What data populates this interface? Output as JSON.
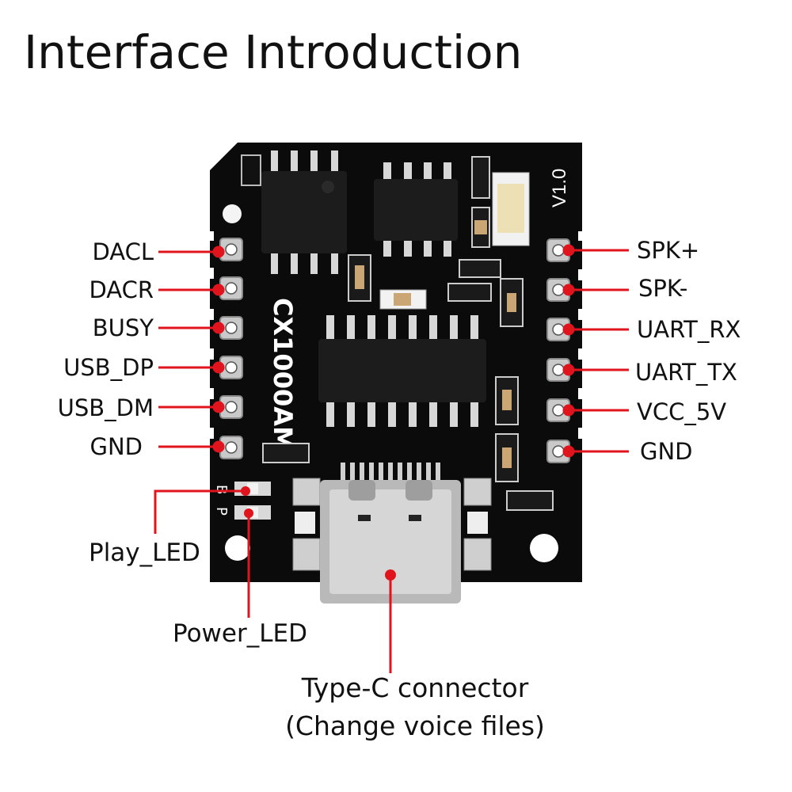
{
  "title": "Interface Introduction",
  "board": {
    "chip_label": "CX1000AM",
    "version": "V1.0",
    "silk_b": "B",
    "silk_p": "P"
  },
  "left_pins": [
    "DACL",
    "DACR",
    "BUSY",
    "USB_DP",
    "USB_DM",
    "GND"
  ],
  "right_pins": [
    "SPK+",
    "SPK-",
    "UART_RX",
    "UART_TX",
    "VCC_5V",
    "GND"
  ],
  "leds": {
    "play": "Play_LED",
    "power": "Power_LED"
  },
  "connector": {
    "line1": "Type-C connector",
    "line2": "(Change voice files)"
  },
  "colors": {
    "pointer": "#e0141c",
    "board": "#0b0b0b",
    "pad": "#c9c9c9"
  }
}
